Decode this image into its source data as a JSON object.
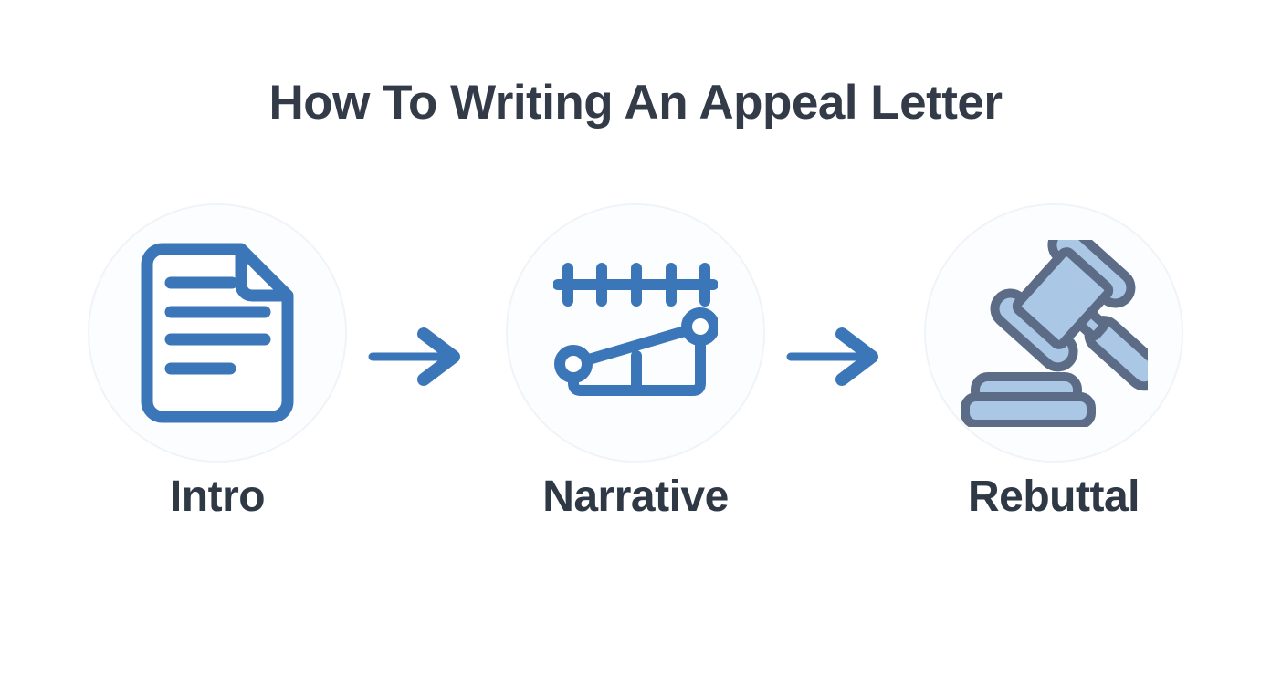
{
  "title": "How To Writing An Appeal Letter",
  "steps": [
    {
      "id": "intro",
      "label": "Intro",
      "icon": "document-icon"
    },
    {
      "id": "narrative",
      "label": "Narrative",
      "icon": "timeline-growth-icon"
    },
    {
      "id": "rebuttal",
      "label": "Rebuttal",
      "icon": "gavel-icon"
    }
  ],
  "flow": {
    "arrow_icon": "arrow-right-icon",
    "arrow_count": 2,
    "direction": "left-to-right"
  },
  "colors": {
    "background": "#ffffff",
    "title_text": "#333b48",
    "label_text": "#2f3845",
    "accent_blue": "#3b76b8",
    "gavel_fill": "#aac7e6",
    "gavel_outline": "#5c6b86",
    "circle_fill": "#fcfdfe",
    "circle_border": "#f0f3f7"
  }
}
